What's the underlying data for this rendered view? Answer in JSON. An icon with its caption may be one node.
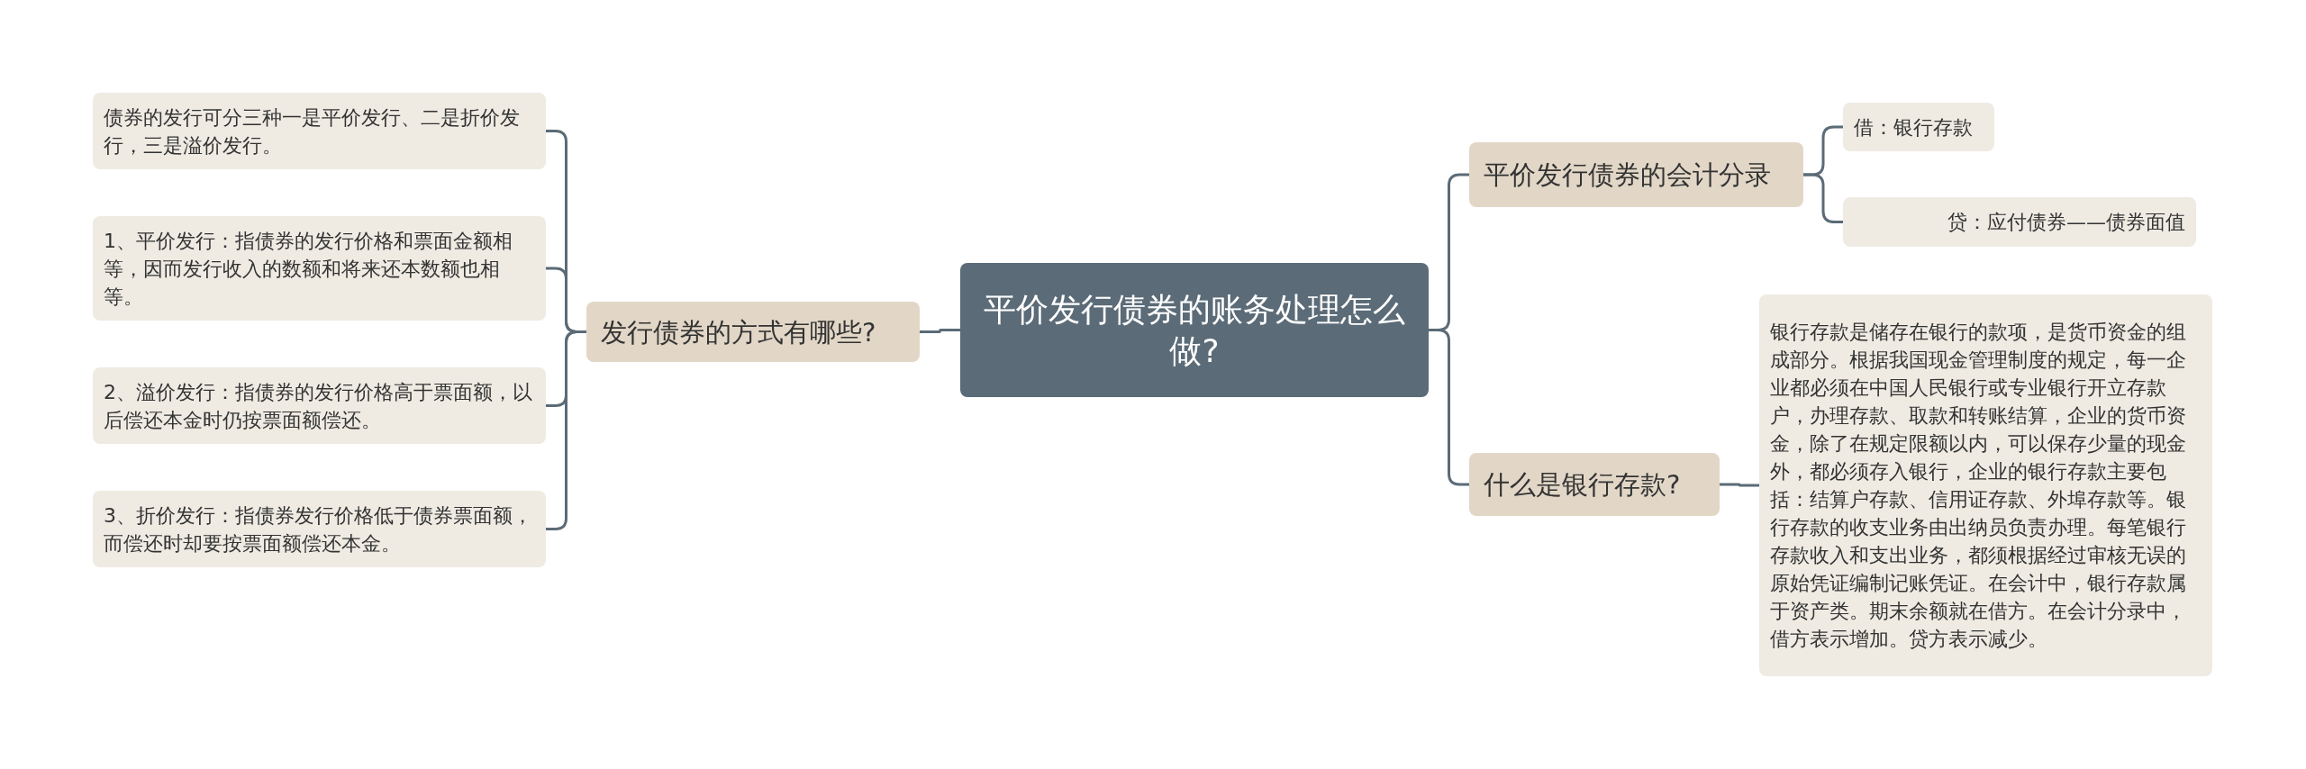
{
  "diagram": {
    "nodes": [
      {
        "text": [
          "平价发行债券的账务处理怎么做?"
        ]
      },
      {
        "text": [
          "发行债券的方式有哪些?"
        ]
      },
      {
        "text": [
          "债券的发行可分三种一是平价发行、二是折价发行，三是溢价发行。"
        ]
      },
      {
        "text": [
          "1、平价发行：指债券的发行价格和票面金额相等，因而发行收入的数额和将来还本数额也相等。"
        ]
      },
      {
        "text": [
          "2、溢价发行：指债券的发行价格高于票面额，以后偿还本金时仍按票面额偿还。"
        ]
      },
      {
        "text": [
          "3、折价发行：指债券发行价格低于债券票面额，而偿还时却要按票面额偿还本金。"
        ]
      },
      {
        "text": [
          "平价发行债券的会计分录"
        ]
      },
      {
        "text": [
          "借：银行存款"
        ]
      },
      {
        "text": [
          "贷：应付债券——债券面值"
        ]
      },
      {
        "text": [
          "什么是银行存款?"
        ]
      },
      {
        "text": [
          "银行存款是储存在银行的款项，是货币资金的组成部分。根据我国现金管理制度的规定，每一企业都必须在中国人民银行或专业银行开立存款户，办理存款、取款和转账结算，企业的货币资金，除了在规定限额以内，可以保存少量的现金外，都必须存入银行，企业的银行存款主要包括：结算户存款、信用证存款、外埠存款等。银行存款的收支业务由出纳员负责办理。每笔银行存款收入和支出业务，都须根据经过审核无误的原始凭证编制记账凭证。在会计中，银行存款属于资产类。期末余额就在借方。在会计分录中，借方表示增加。贷方表示减少。"
        ]
      }
    ],
    "edges": [
      {
        "from": 0,
        "to": 1,
        "arrow": "none"
      },
      {
        "from": 1,
        "to": 2,
        "arrow": "none"
      },
      {
        "from": 1,
        "to": 3,
        "arrow": "none"
      },
      {
        "from": 1,
        "to": 4,
        "arrow": "none"
      },
      {
        "from": 1,
        "to": 5,
        "arrow": "none"
      },
      {
        "from": 0,
        "to": 6,
        "arrow": "none"
      },
      {
        "from": 6,
        "to": 7,
        "arrow": "none"
      },
      {
        "from": 6,
        "to": 8,
        "arrow": "none"
      },
      {
        "from": 0,
        "to": 9,
        "arrow": "none"
      },
      {
        "from": 9,
        "to": 10,
        "arrow": "none"
      }
    ]
  }
}
